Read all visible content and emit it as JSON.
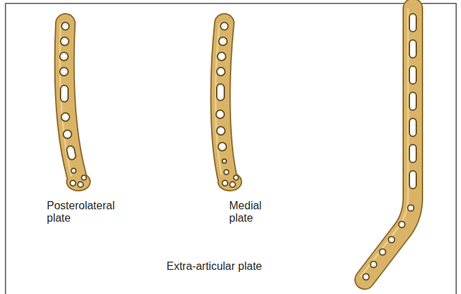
{
  "diagram": {
    "labels": [
      "Posterolateral plate",
      "Medial plate",
      "Extra-articular plate"
    ]
  }
}
